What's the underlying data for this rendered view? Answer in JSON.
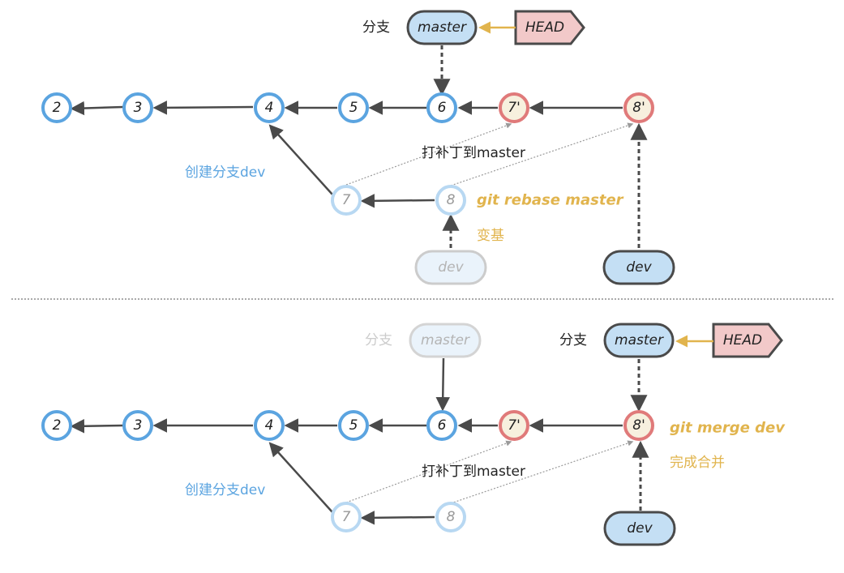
{
  "colors": {
    "commit_blue": "#5ba4e0",
    "commit_blue_faded": "#b8d8f2",
    "commit_red": "#e07a7a",
    "commit_red_fill": "#f7f0de",
    "branch_fill": "#c4dff4",
    "branch_fill_faded": "#eaf3fb",
    "head_fill": "#f2c9c9",
    "annotation_blue": "#5ba4e0",
    "annotation_yellow": "#e1b44d",
    "arrow": "#4a4a4a",
    "text": "#222222",
    "faded_text": "#b4b4b4",
    "patch_line": "#9a9a9a"
  },
  "top": {
    "branch_prefix": "分支",
    "master_label": "master",
    "head_label": "HEAD",
    "commits": {
      "c2": "2",
      "c3": "3",
      "c4": "4",
      "c5": "5",
      "c6": "6",
      "c7p": "7'",
      "c8p": "8'",
      "c7": "7",
      "c8": "8"
    },
    "create_branch_note": "创建分支dev",
    "patch_note": "打补丁到master",
    "command": "git rebase master",
    "command_note": "变基",
    "old_dev_label": "dev",
    "dev_label": "dev"
  },
  "bottom": {
    "old_branch_prefix": "分支",
    "old_master_label": "master",
    "branch_prefix": "分支",
    "master_label": "master",
    "head_label": "HEAD",
    "commits": {
      "c2": "2",
      "c3": "3",
      "c4": "4",
      "c5": "5",
      "c6": "6",
      "c7p": "7'",
      "c8p": "8'",
      "c7": "7",
      "c8": "8"
    },
    "create_branch_note": "创建分支dev",
    "patch_note": "打补丁到master",
    "command": "git merge dev",
    "command_note": "完成合并",
    "dev_label": "dev"
  }
}
